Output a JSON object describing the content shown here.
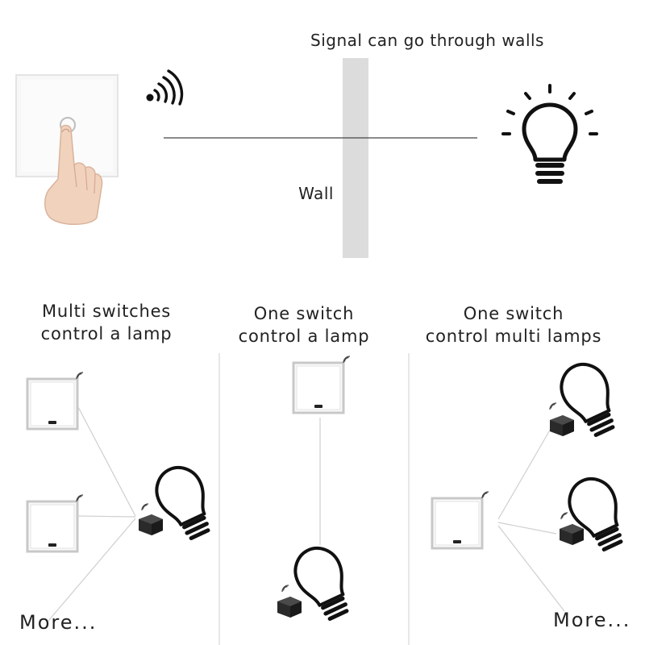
{
  "top": {
    "signal_text": "Signal can go through walls",
    "wall_text": "Wall"
  },
  "panels": [
    {
      "caption_line1": "Multi switches",
      "caption_line2": "control a lamp",
      "more": "More..."
    },
    {
      "caption_line1": "One switch",
      "caption_line2": "control a lamp"
    },
    {
      "caption_line1": "One switch",
      "caption_line2": "control multi lamps",
      "more": "More..."
    }
  ],
  "icons": {
    "touch_switch": "glass-touch-switch-icon",
    "finger": "finger-hand-icon",
    "signal": "wifi-signal-icon",
    "bulb_on": "lit-bulb-icon",
    "switch": "wall-switch-icon",
    "receiver": "receiver-module-icon",
    "bulb": "bulb-icon"
  },
  "colors": {
    "wall": "#dcdcdc",
    "switch_frame": "#c8c8c8",
    "line": "#555555",
    "divider": "#cfcfcf"
  }
}
